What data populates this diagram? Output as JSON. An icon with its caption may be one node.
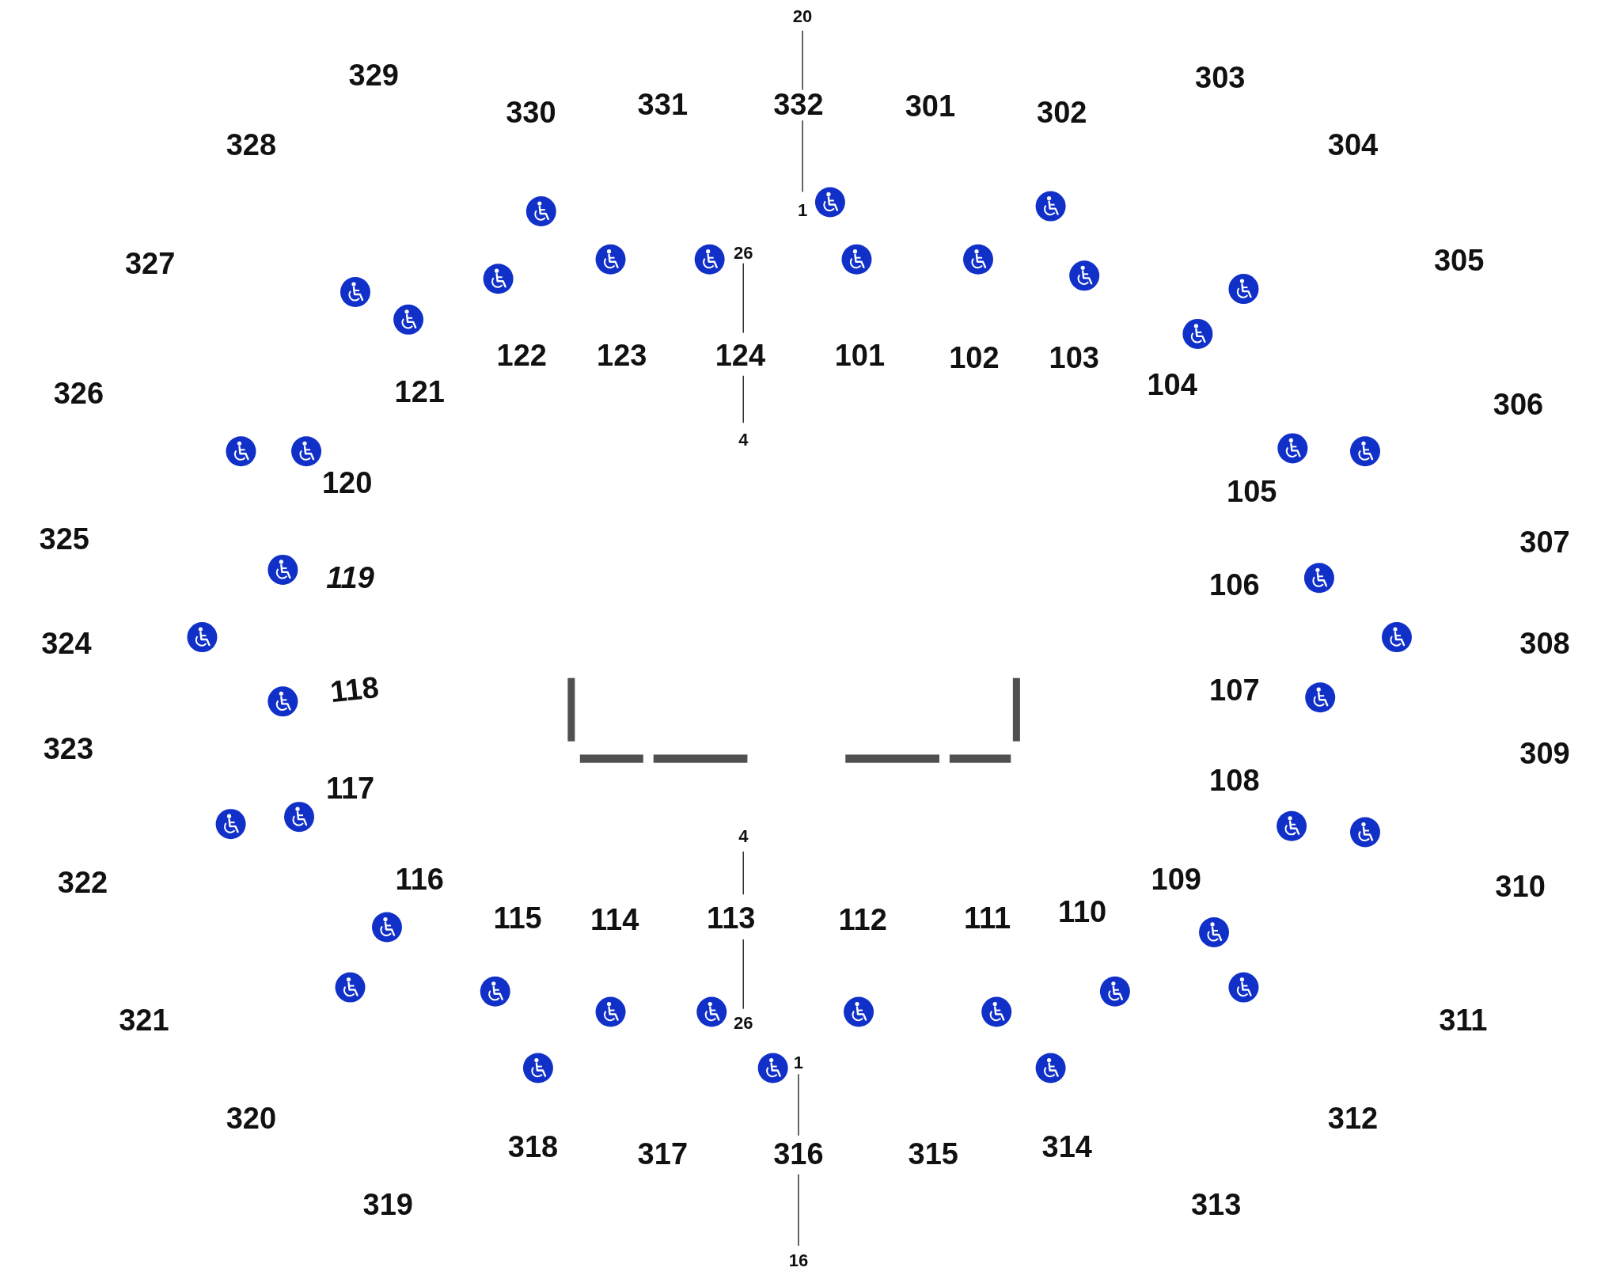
{
  "diagram": {
    "labels": [
      "20",
      "329",
      "303",
      "330",
      "331",
      "332",
      "301",
      "302",
      "328",
      "304",
      "1",
      "26",
      "327",
      "305",
      "122",
      "123",
      "124",
      "101",
      "102",
      "103",
      "326",
      "121",
      "104",
      "306",
      "4",
      "120",
      "105",
      "325",
      "307",
      "119",
      "106",
      "324",
      "308",
      "118",
      "107",
      "323",
      "309",
      "117",
      "108",
      "4",
      "322",
      "116",
      "109",
      "310",
      "115",
      "114",
      "113",
      "112",
      "111",
      "110",
      "321",
      "311",
      "26",
      "1",
      "320",
      "312",
      "318",
      "317",
      "316",
      "315",
      "314",
      "319",
      "313",
      "16"
    ]
  }
}
